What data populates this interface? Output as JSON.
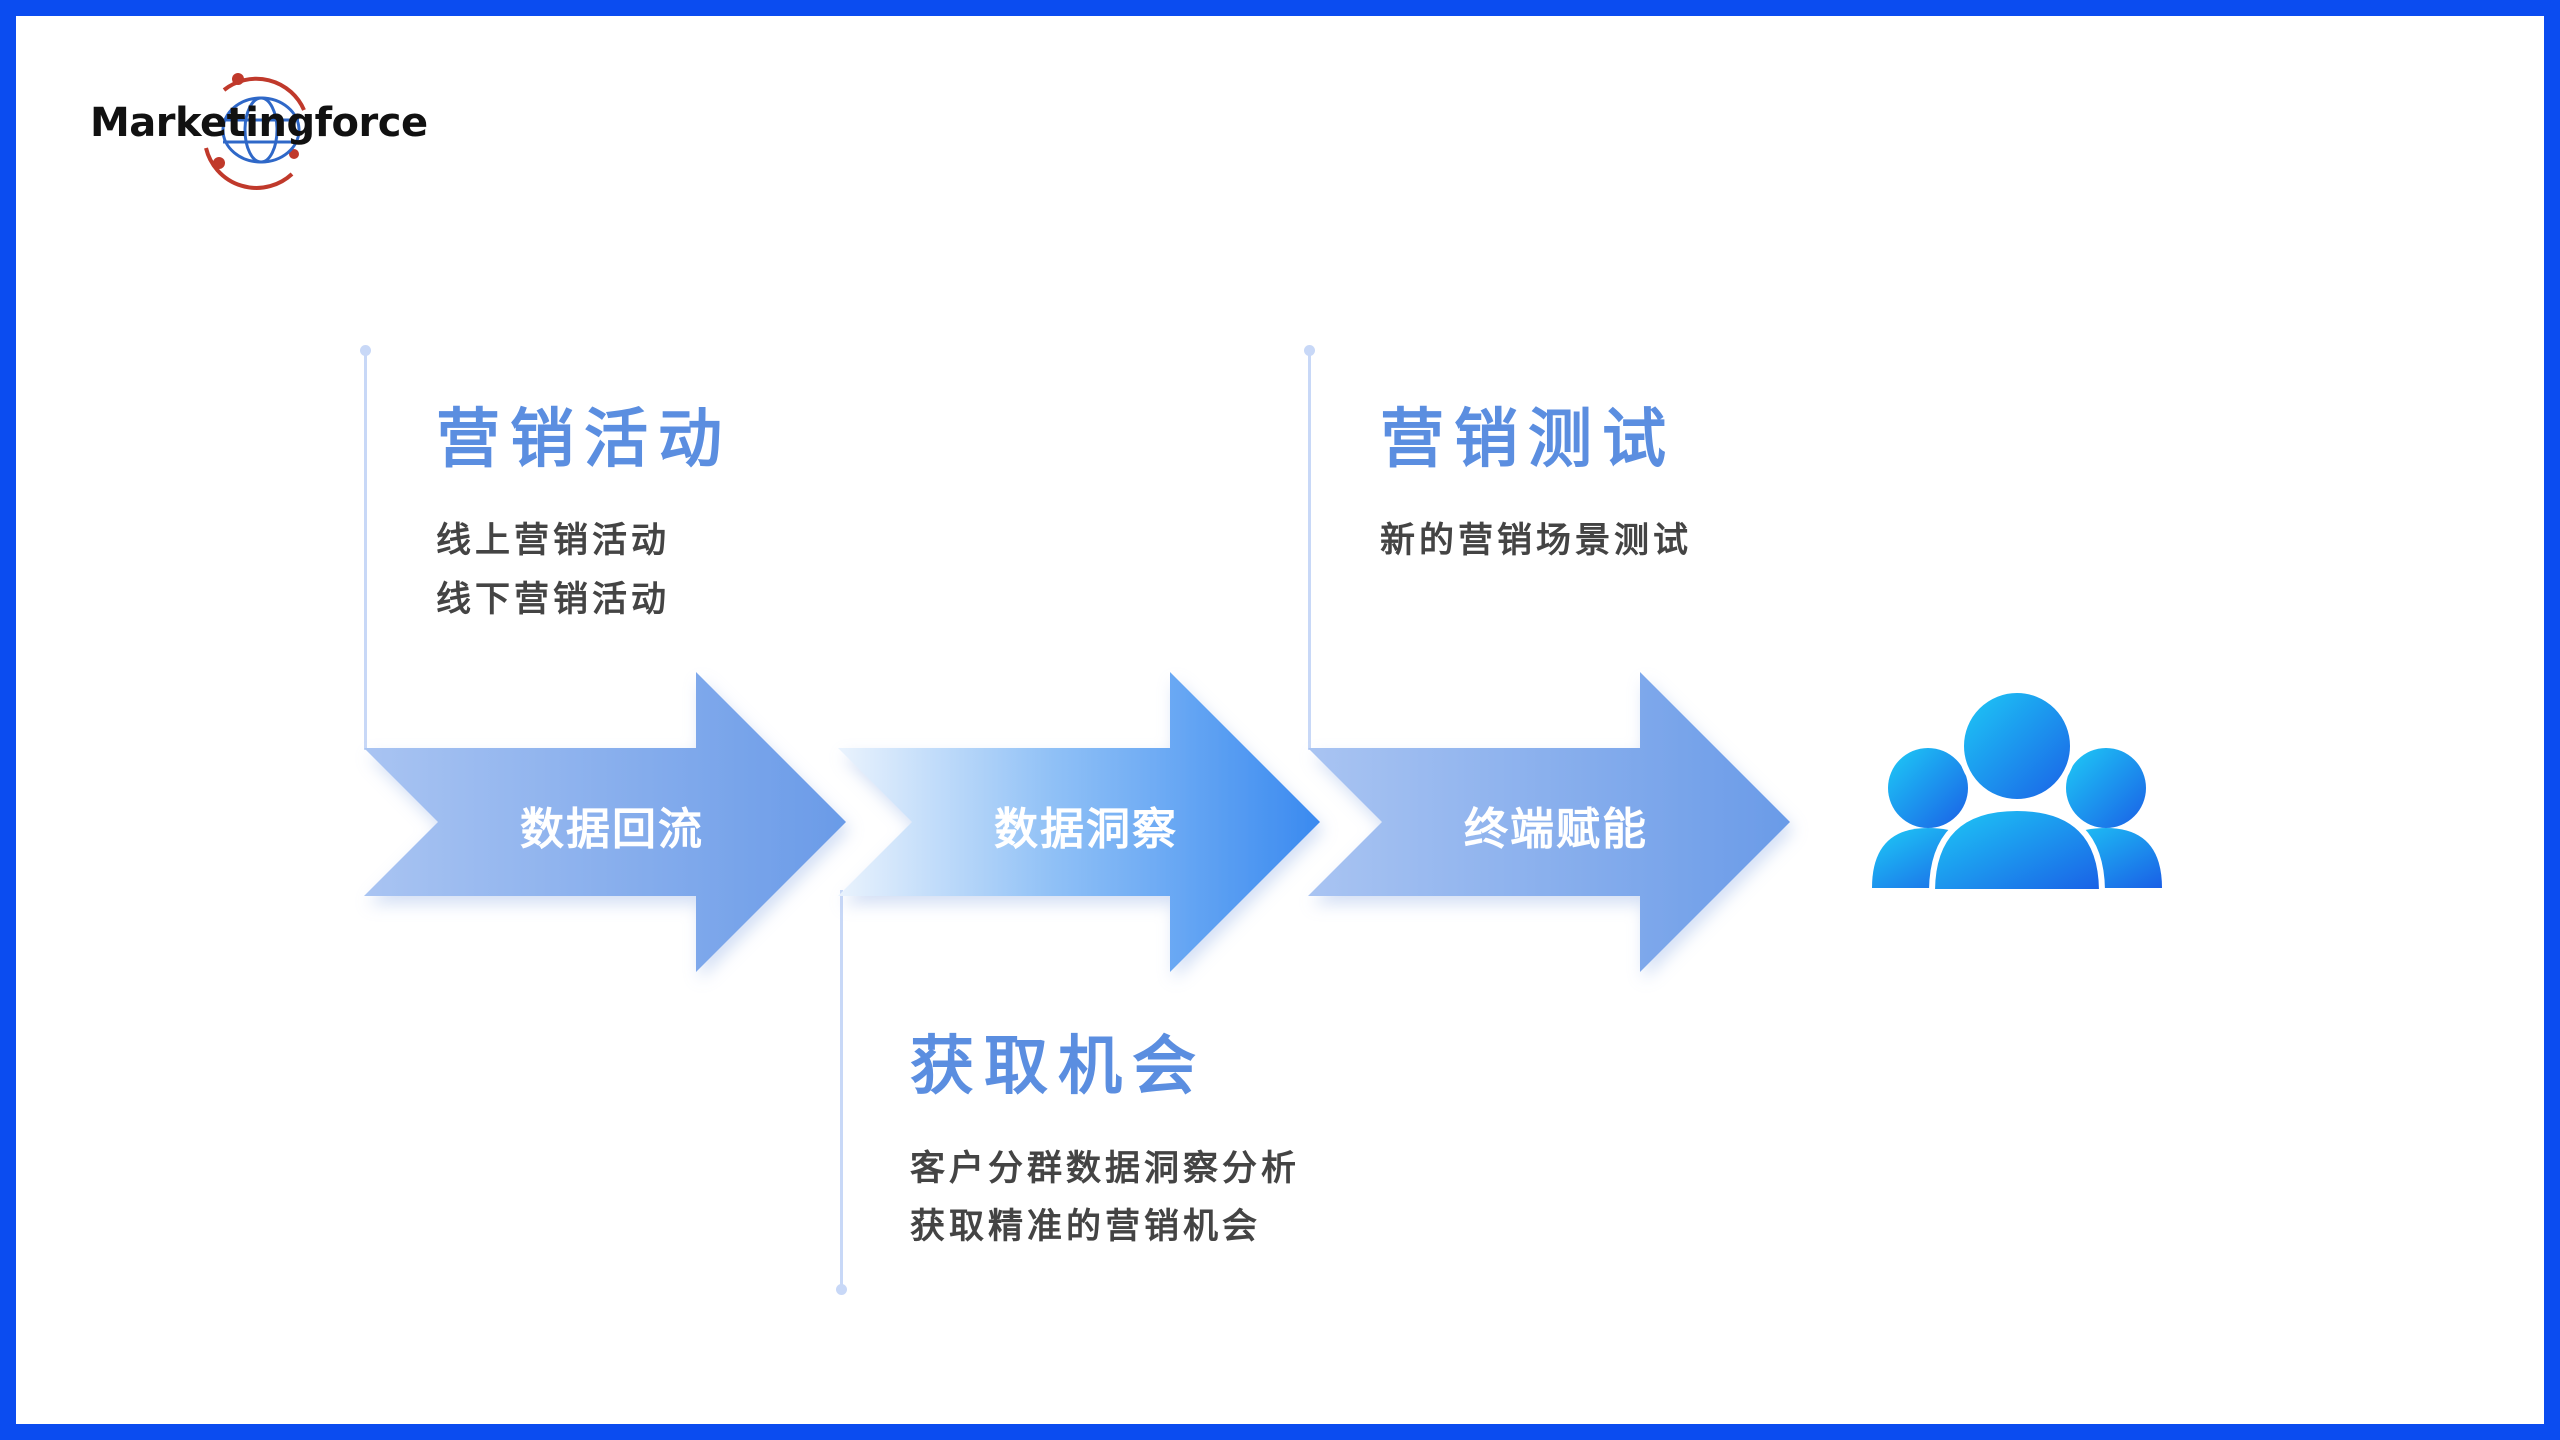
{
  "brand": {
    "name": "Marketingforce"
  },
  "colors": {
    "frame": "#0b4cf0",
    "heading": "#5b8ee0",
    "accent_red": "#c0392b",
    "accent_blue": "#2f68c8"
  },
  "steps": [
    {
      "title": "营销活动",
      "lines": [
        "线上营销活动",
        "线下营销活动"
      ]
    },
    {
      "title": "获取机会",
      "lines": [
        "客户分群数据洞察分析",
        "获取精准的营销机会"
      ]
    },
    {
      "title": "营销测试",
      "lines": [
        "新的营销场景测试"
      ]
    }
  ],
  "arrows": [
    {
      "label": "数据回流"
    },
    {
      "label": "数据洞察"
    },
    {
      "label": "终端赋能"
    }
  ],
  "end_icon": "users-group-icon"
}
